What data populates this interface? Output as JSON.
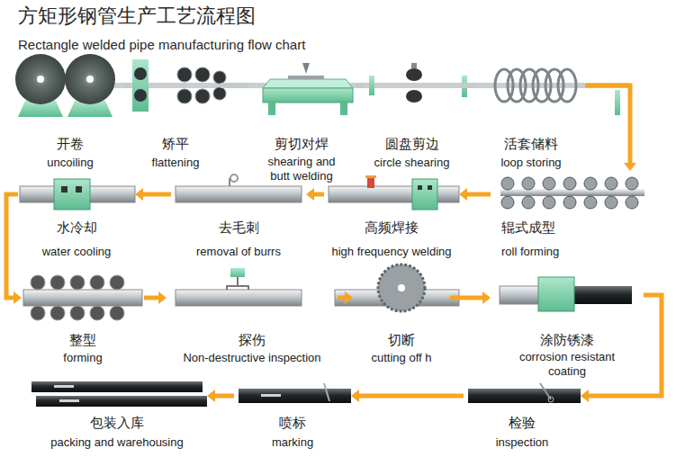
{
  "diagram": {
    "title": "方矩形钢管生产工艺流程图",
    "nodes": [
      {
        "text": [
          "开卷",
          "uncoiling"
        ]
      },
      {
        "text": [
          "矫平",
          "flattening"
        ]
      },
      {
        "text": [
          "剪切对焊",
          "shearing and butt welding"
        ]
      },
      {
        "text": [
          "圆盘剪边",
          "circle shearing"
        ]
      },
      {
        "text": [
          "活套储料",
          "loop storing"
        ]
      },
      {
        "text": [
          "辊式成型",
          "roll forming"
        ]
      },
      {
        "text": [
          "高频焊接",
          "high frequency welding"
        ]
      },
      {
        "text": [
          "去毛刺",
          "removal of burrs"
        ]
      },
      {
        "text": [
          "水冷却",
          "water cooling"
        ]
      },
      {
        "text": [
          "整型",
          "forming"
        ]
      },
      {
        "text": [
          "探伤",
          "Non-destructive inspection"
        ]
      },
      {
        "text": [
          "切断",
          "cutting off h"
        ]
      },
      {
        "text": [
          "涂防锈漆",
          "corrosion resistant coating"
        ]
      },
      {
        "text": [
          "检验",
          "inspection"
        ]
      },
      {
        "text": [
          "喷标",
          "marking"
        ]
      },
      {
        "text": [
          "包装入库",
          "packing and warehousing"
        ]
      }
    ],
    "edges": [
      {
        "from": 0,
        "to": 1,
        "arrow": "none"
      },
      {
        "from": 1,
        "to": 2,
        "arrow": "none"
      },
      {
        "from": 2,
        "to": 3,
        "arrow": "none"
      },
      {
        "from": 3,
        "to": 4,
        "arrow": "none"
      },
      {
        "from": 4,
        "to": 5,
        "arrow": "to"
      },
      {
        "from": 5,
        "to": 6,
        "arrow": "to"
      },
      {
        "from": 6,
        "to": 7,
        "arrow": "to"
      },
      {
        "from": 7,
        "to": 8,
        "arrow": "to"
      },
      {
        "from": 8,
        "to": 9,
        "arrow": "to"
      },
      {
        "from": 9,
        "to": 10,
        "arrow": "to"
      },
      {
        "from": 10,
        "to": 11,
        "arrow": "to"
      },
      {
        "from": 11,
        "to": 12,
        "arrow": "to"
      },
      {
        "from": 12,
        "to": 13,
        "arrow": "to"
      },
      {
        "from": 13,
        "to": 14,
        "arrow": "to"
      },
      {
        "from": 14,
        "to": 15,
        "arrow": "to"
      }
    ],
    "labels": [
      "Rectangle welded pipe manufacturing flow chart"
    ]
  }
}
